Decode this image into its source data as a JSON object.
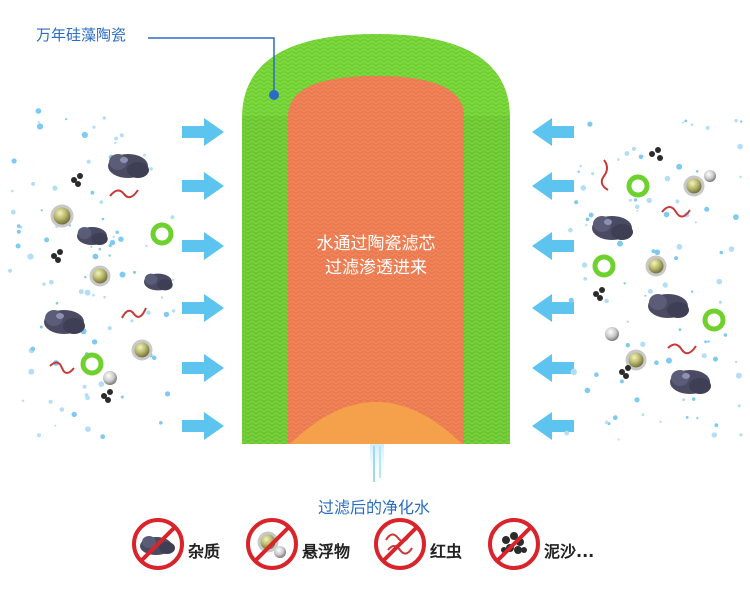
{
  "labels": {
    "ceramic_layer": "万年硅藻陶瓷",
    "core_line1": "水通过陶瓷滤芯",
    "core_line2": "过滤渗透进来",
    "output": "过滤后的净化水"
  },
  "legend": [
    {
      "label": "杂质",
      "icon": "impurity-icon"
    },
    {
      "label": "悬浮物",
      "icon": "suspended-matter-icon"
    },
    {
      "label": "红虫",
      "icon": "red-worm-icon"
    },
    {
      "label": "泥沙...",
      "icon": "silt-icon"
    }
  ],
  "colors": {
    "outer_layer": "#6fd12e",
    "core": "#ec7a4e",
    "core_bottom": "#f5a04a",
    "arrow": "#5cc4ee",
    "text_blue": "#2a6cc4",
    "prohibit_red": "#d8242a"
  }
}
